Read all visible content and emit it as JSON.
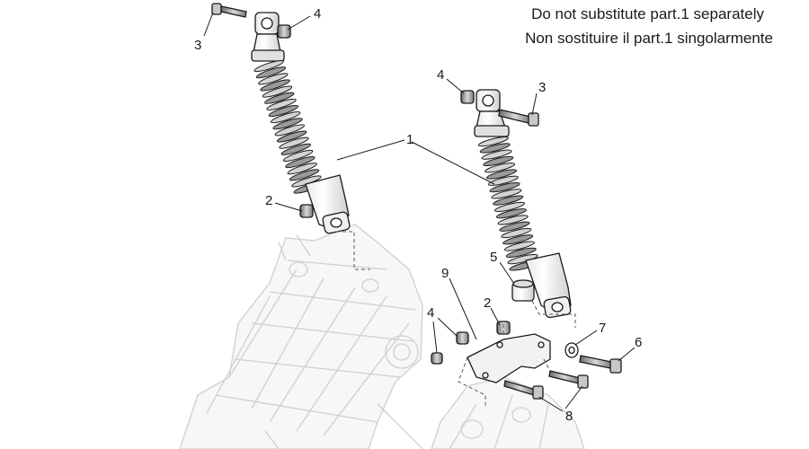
{
  "notes": {
    "line1": "Do not substitute part.1 separately",
    "line2": "Non sostituire il part.1 singolarmente"
  },
  "callouts": {
    "c1": "1",
    "c2a": "2",
    "c2b": "2",
    "c3a": "3",
    "c3b": "3",
    "c4a": "4",
    "c4b": "4",
    "c4c": "4",
    "c5": "5",
    "c6": "6",
    "c7": "7",
    "c8": "8",
    "c9": "9"
  }
}
